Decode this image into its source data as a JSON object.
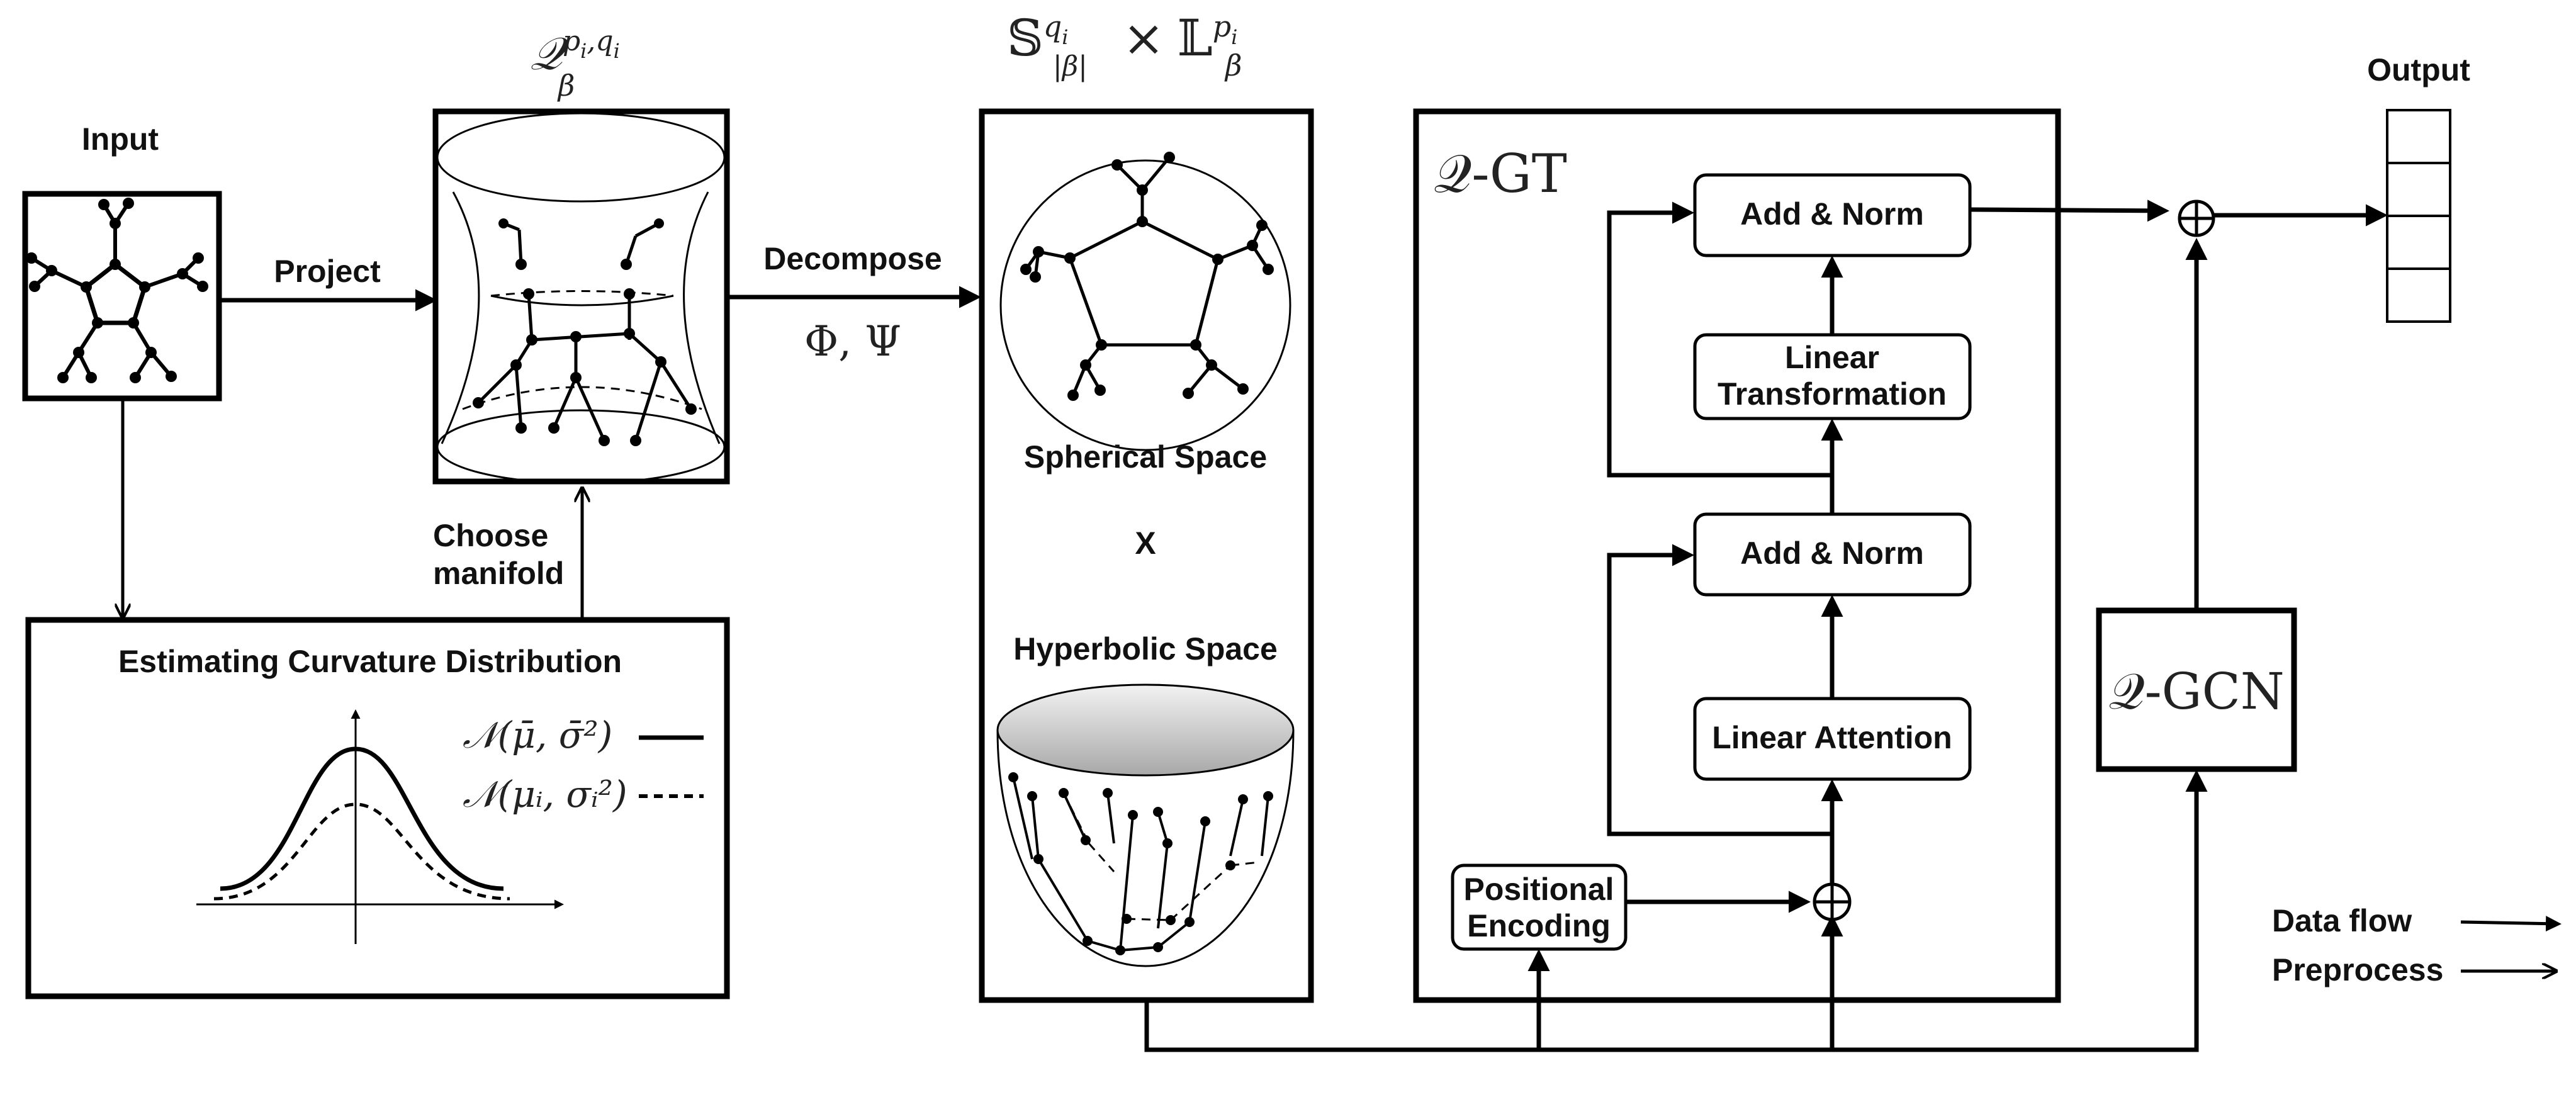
{
  "labels": {
    "input": "Input",
    "project": "Project",
    "decompose": "Decompose",
    "choose_line1": "Choose",
    "choose_line2": "manifold",
    "estimating": "Estimating Curvature Distribution",
    "spherical": "Spherical Space",
    "times": "X",
    "hyperbolic": "Hyperbolic Space",
    "output": "Output",
    "add_norm_top": "Add & Norm",
    "linear_line1": "Linear",
    "linear_line2": "Transformation",
    "add_norm_bottom": "Add & Norm",
    "linear_attention": "Linear Attention",
    "positional_line1": "Positional",
    "positional_line2": "Encoding",
    "legend_data_flow": "Data flow",
    "legend_preprocess": "Preprocess"
  },
  "math": {
    "quotient_manifold": "𝒬_β^{p_i, q_i}",
    "product_manifold": "𝕊^{q_i}_{|β|} × 𝕃^{p_i}_β",
    "phi_psi": "Φ, Ψ",
    "q_gt": "𝒬-GT",
    "q_gcn": "𝒬-GCN",
    "normal_global": "𝒩(μ̄, σ̄²)",
    "normal_local": "𝒩(μᵢ, σᵢ²)"
  }
}
